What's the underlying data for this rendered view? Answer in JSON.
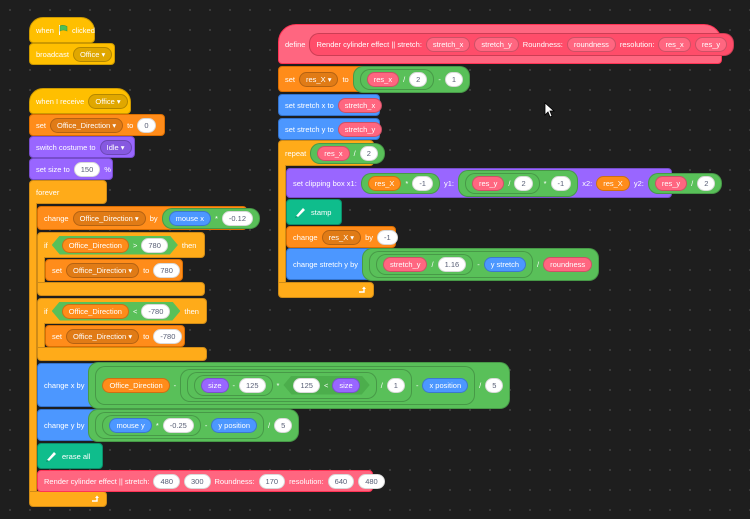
{
  "script1": {
    "when": "when",
    "clicked": "clicked",
    "broadcast": "broadcast",
    "message": "Office"
  },
  "script2": {
    "when_receive": "when I receive",
    "message": "Office",
    "set": "set",
    "to": "to",
    "var": "Office_Direction",
    "zero": "0",
    "switch_costume": "switch costume to",
    "costume": "Idle",
    "set_size": "set size to",
    "size_val": "150",
    "percent": "%",
    "forever": "forever",
    "change": "change",
    "by": "by",
    "mouse_x": "mouse x",
    "times": "*",
    "factor": "-0.12",
    "if": "if",
    "then": "then",
    "gt": ">",
    "lt": "<",
    "pos780": "780",
    "neg780": "-780",
    "change_x": "change x by",
    "minus": "-",
    "size": "size",
    "n125": "125",
    "div": "/",
    "one": "1",
    "x_position": "x position",
    "five": "5",
    "change_y": "change y by",
    "mouse_y": "mouse y",
    "n025": "-0.25",
    "y_position": "y position",
    "erase_all": "erase all",
    "render_call": "Render cylinder effect || stretch:",
    "stretch_a": "480",
    "stretch_b": "300",
    "roundness_label": "Roundness:",
    "roundness_val": "170",
    "resolution_label": "resolution:",
    "res_a": "640",
    "res_b": "480"
  },
  "script3": {
    "define": "define",
    "proc_name": "Render cylinder effect || stretch:",
    "stretch_x": "stretch_x",
    "stretch_y": "stretch_y",
    "roundness_label": "Roundness:",
    "roundness": "roundness",
    "resolution_label": "resolution:",
    "res_x": "res_x",
    "res_y": "res_y",
    "set": "set",
    "to": "to",
    "var_res_x": "res_X",
    "div": "/",
    "two": "2",
    "minus": "-",
    "one": "1",
    "set_stretch_x": "set stretch x to",
    "set_stretch_y": "set stretch y to",
    "repeat": "repeat",
    "clip_label": "set clipping box x1:",
    "times": "*",
    "neg1": "-1",
    "y1": "y1:",
    "x2": "x2:",
    "y2": "y2:",
    "stamp": "stamp",
    "change": "change",
    "by": "by",
    "change_stretch_y": "change stretch y by",
    "n116": "1.16",
    "y_stretch": "y stretch"
  },
  "colors": {
    "events": "#ffbf00",
    "control": "#ffab19",
    "variables": "#ff8c1a",
    "looks": "#9966ff",
    "motion": "#4c97ff",
    "operators": "#59c059",
    "custom": "#ff6680",
    "pen": "#0fbd8c"
  }
}
